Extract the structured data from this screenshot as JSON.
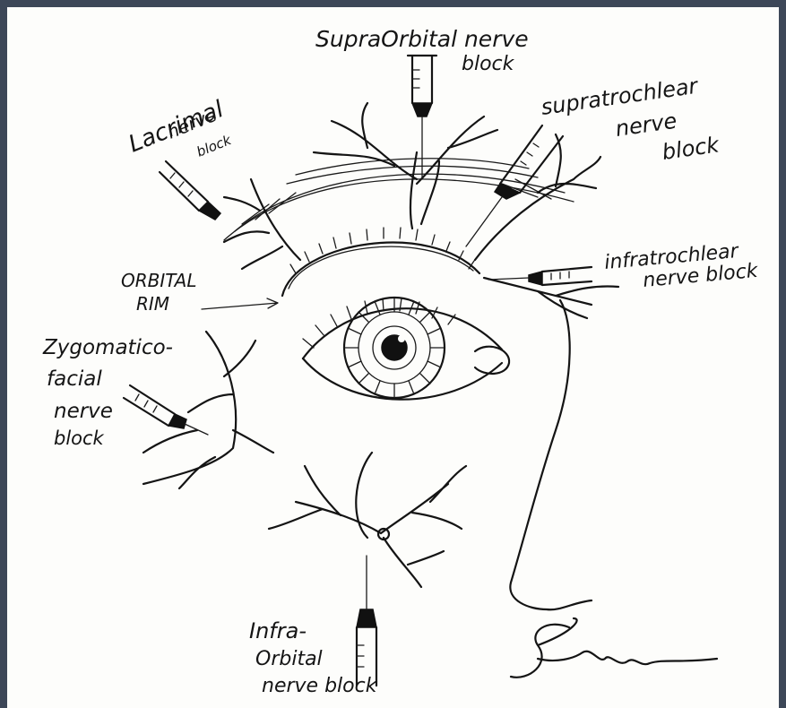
{
  "labels": {
    "supraorbital_line1": "SupraOrbital nerve",
    "supraorbital_line2": "block",
    "supratrochlear_line1": "supratrochlear",
    "supratrochlear_line2": "nerve",
    "supratrochlear_line3": "block",
    "lacrimal_line1": "Lacrimal",
    "lacrimal_line2": "nerve",
    "lacrimal_line3": "block",
    "infratrochlear_line1": "infratrochlear",
    "infratrochlear_line2": "nerve block",
    "orbital_rim_line1": "ORBITAL",
    "orbital_rim_line2": "RIM",
    "zygomatico_line1": "Zygomatico-",
    "zygomatico_line2": "facial",
    "zygomatico_line3": "nerve",
    "zygomatico_line4": "block",
    "infraorbital_line1": "Infra-",
    "infraorbital_line2": "Orbital",
    "infraorbital_line3": "nerve block"
  },
  "signature": "Spanne",
  "colors": {
    "frame": "#3d4758",
    "paper": "#fdfdfb",
    "ink": "#141414"
  }
}
